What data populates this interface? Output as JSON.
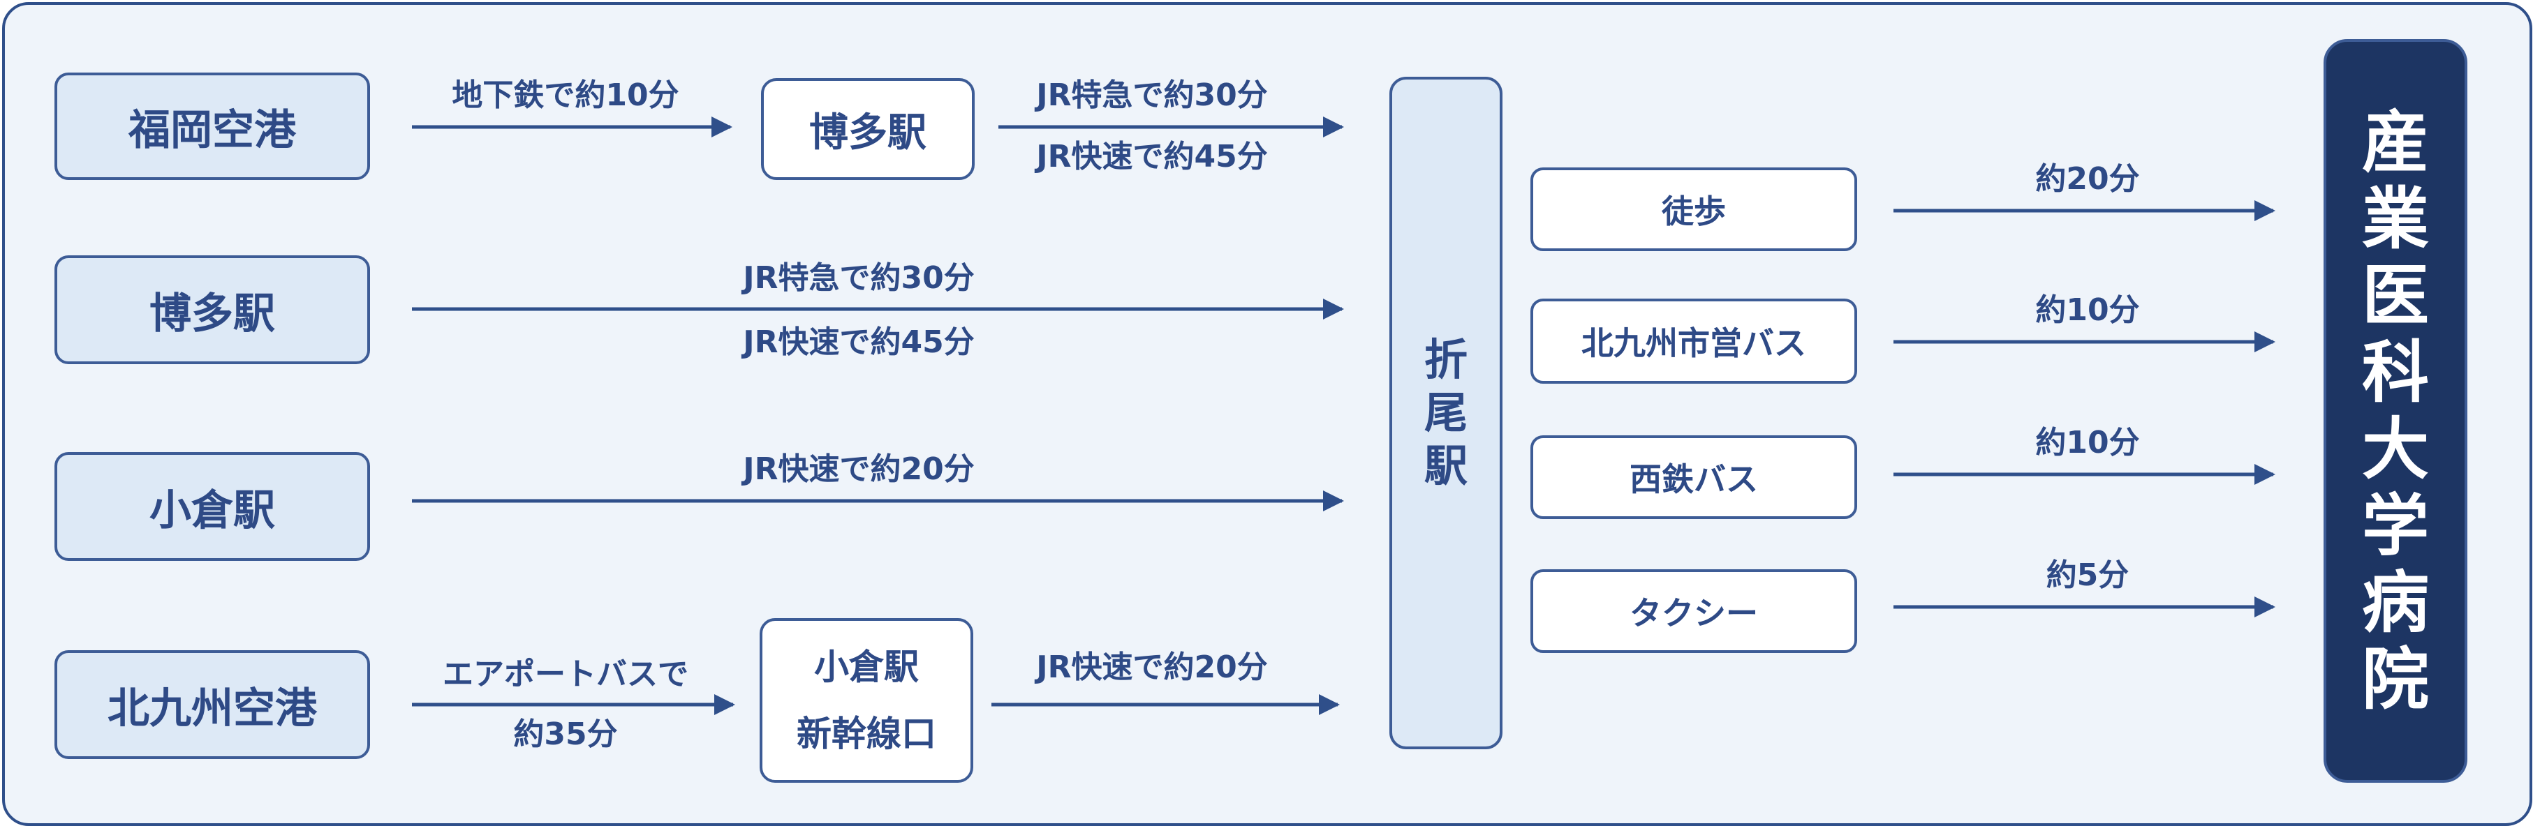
{
  "origins": {
    "fukuoka_airport": "福岡空港",
    "hakata": "博多駅",
    "kokura": "小倉駅",
    "kitakyushu_airport": "北九州空港"
  },
  "intermediate": {
    "hakata": "博多駅",
    "kokura_shinkansen": [
      "小倉駅",
      "新幹線口"
    ]
  },
  "station": [
    "折",
    "尾",
    "駅"
  ],
  "modes": {
    "walk": "徒歩",
    "city_bus": "北九州市営バス",
    "nishitetsu_bus": "西鉄バス",
    "taxi": "タクシー"
  },
  "destination": [
    "産",
    "業",
    "医",
    "科",
    "大",
    "学",
    "病",
    "院"
  ],
  "labels": {
    "fukuoka_to_hakata": "地下鉄で約10分",
    "hakata_mid_express": "JR特急で約30分",
    "hakata_mid_rapid": "JR快速で約45分",
    "hakata_express": "JR特急で約30分",
    "hakata_rapid": "JR快速で約45分",
    "kokura_rapid": "JR快速で約20分",
    "airport_bus_line1": "エアポートバスで",
    "airport_bus_line2": "約35分",
    "kokura_shinkansen_rapid": "JR快速で約20分",
    "walk_time": "約20分",
    "city_bus_time": "約10分",
    "nishitetsu_time": "約10分",
    "taxi_time": "約5分"
  },
  "colors": {
    "navy": "#1d3563",
    "accent": "#2e4a86",
    "light_fill": "#dde9f6",
    "panel_bg": "#eff4fa"
  }
}
